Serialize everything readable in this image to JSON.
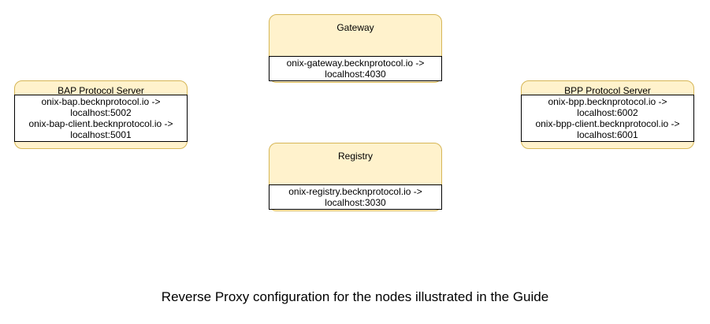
{
  "diagram": {
    "caption": "Reverse Proxy configuration for the nodes illustrated in the Guide",
    "colors": {
      "node_fill": "#FFF2CC",
      "node_border": "#D6B656",
      "label_fill": "#FFFFFF",
      "label_border": "#000000",
      "text": "#000000"
    },
    "nodes": {
      "gateway": {
        "title": "Gateway",
        "lines": [
          "onix-gateway.becknprotocol.io ->",
          "localhost:4030"
        ]
      },
      "bap": {
        "title": "BAP Protocol Server",
        "lines": [
          "onix-bap.becknprotocol.io ->",
          "localhost:5002",
          "onix-bap-client.becknprotocol.io ->",
          "localhost:5001"
        ]
      },
      "bpp": {
        "title": "BPP Protocol Server",
        "lines": [
          "onix-bpp.becknprotocol.io ->",
          "localhost:6002",
          "onix-bpp-client.becknprotocol.io ->",
          "localhost:6001"
        ]
      },
      "registry": {
        "title": "Registry",
        "lines": [
          "onix-registry.becknprotocol.io ->",
          "localhost:3030"
        ]
      }
    }
  }
}
